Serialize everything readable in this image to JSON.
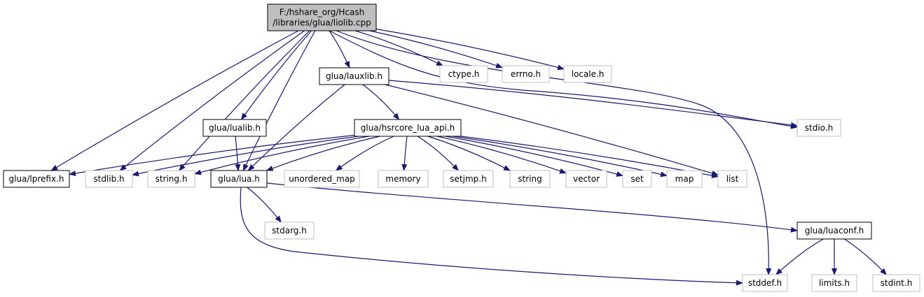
{
  "colors": {
    "edge": "#191970",
    "root_fill": "#bfbfbf",
    "local_border": "#000000",
    "system_border": "#bfbfbf"
  },
  "nodes": [
    {
      "id": "root",
      "name": "root-file-node",
      "lines": [
        "F:/hshare_org/Hcash",
        "/libraries/glua/liolib.cpp"
      ],
      "kind": "root"
    },
    {
      "id": "lauxlib",
      "name": "lauxlib-node",
      "lines": [
        "glua/lauxlib.h"
      ],
      "kind": "local"
    },
    {
      "id": "ctype",
      "name": "ctype-node",
      "lines": [
        "ctype.h"
      ],
      "kind": "system"
    },
    {
      "id": "errno",
      "name": "errno-node",
      "lines": [
        "errno.h"
      ],
      "kind": "system"
    },
    {
      "id": "locale",
      "name": "locale-node",
      "lines": [
        "locale.h"
      ],
      "kind": "system"
    },
    {
      "id": "lualib",
      "name": "lualib-node",
      "lines": [
        "glua/lualib.h"
      ],
      "kind": "local"
    },
    {
      "id": "hsrcore",
      "name": "hsrcore-lua-api-node",
      "lines": [
        "glua/hsrcore_lua_api.h"
      ],
      "kind": "local"
    },
    {
      "id": "stdio",
      "name": "stdio-node",
      "lines": [
        "stdio.h"
      ],
      "kind": "system"
    },
    {
      "id": "lprefix",
      "name": "lprefix-node",
      "lines": [
        "glua/lprefix.h"
      ],
      "kind": "local"
    },
    {
      "id": "stdlib",
      "name": "stdlib-node",
      "lines": [
        "stdlib.h"
      ],
      "kind": "system"
    },
    {
      "id": "stringh",
      "name": "string-h-node",
      "lines": [
        "string.h"
      ],
      "kind": "system"
    },
    {
      "id": "lua",
      "name": "lua-node",
      "lines": [
        "glua/lua.h"
      ],
      "kind": "local"
    },
    {
      "id": "umap",
      "name": "unordered-map-node",
      "lines": [
        "unordered_map"
      ],
      "kind": "system"
    },
    {
      "id": "memory",
      "name": "memory-node",
      "lines": [
        "memory"
      ],
      "kind": "system"
    },
    {
      "id": "setjmp",
      "name": "setjmp-node",
      "lines": [
        "setjmp.h"
      ],
      "kind": "system"
    },
    {
      "id": "string",
      "name": "string-node",
      "lines": [
        "string"
      ],
      "kind": "system"
    },
    {
      "id": "vector",
      "name": "vector-node",
      "lines": [
        "vector"
      ],
      "kind": "system"
    },
    {
      "id": "set",
      "name": "set-node",
      "lines": [
        "set"
      ],
      "kind": "system"
    },
    {
      "id": "map",
      "name": "map-node",
      "lines": [
        "map"
      ],
      "kind": "system"
    },
    {
      "id": "list",
      "name": "list-node",
      "lines": [
        "list"
      ],
      "kind": "system"
    },
    {
      "id": "stdarg",
      "name": "stdarg-node",
      "lines": [
        "stdarg.h"
      ],
      "kind": "system"
    },
    {
      "id": "luaconf",
      "name": "luaconf-node",
      "lines": [
        "glua/luaconf.h"
      ],
      "kind": "local"
    },
    {
      "id": "stddef",
      "name": "stddef-node",
      "lines": [
        "stddef.h"
      ],
      "kind": "system"
    },
    {
      "id": "limits",
      "name": "limits-node",
      "lines": [
        "limits.h"
      ],
      "kind": "system"
    },
    {
      "id": "stdint",
      "name": "stdint-node",
      "lines": [
        "stdint.h"
      ],
      "kind": "system"
    }
  ],
  "edges": [
    [
      "root",
      "lauxlib"
    ],
    [
      "root",
      "ctype"
    ],
    [
      "root",
      "errno"
    ],
    [
      "root",
      "locale"
    ],
    [
      "root",
      "lualib"
    ],
    [
      "root",
      "lprefix"
    ],
    [
      "root",
      "stdlib"
    ],
    [
      "root",
      "stringh"
    ],
    [
      "root",
      "lua"
    ],
    [
      "root",
      "stdio"
    ],
    [
      "root",
      "stddef"
    ],
    [
      "lauxlib",
      "hsrcore"
    ],
    [
      "lauxlib",
      "lua"
    ],
    [
      "lauxlib",
      "stdio"
    ],
    [
      "lauxlib",
      "list"
    ],
    [
      "lualib",
      "lua"
    ],
    [
      "hsrcore",
      "lprefix"
    ],
    [
      "hsrcore",
      "stdlib"
    ],
    [
      "hsrcore",
      "stringh"
    ],
    [
      "hsrcore",
      "lua"
    ],
    [
      "hsrcore",
      "umap"
    ],
    [
      "hsrcore",
      "memory"
    ],
    [
      "hsrcore",
      "setjmp"
    ],
    [
      "hsrcore",
      "string"
    ],
    [
      "hsrcore",
      "vector"
    ],
    [
      "hsrcore",
      "set"
    ],
    [
      "hsrcore",
      "map"
    ],
    [
      "hsrcore",
      "list"
    ],
    [
      "lua",
      "stdarg"
    ],
    [
      "lua",
      "luaconf"
    ],
    [
      "lua",
      "stddef"
    ],
    [
      "luaconf",
      "stddef"
    ],
    [
      "luaconf",
      "limits"
    ],
    [
      "luaconf",
      "stdint"
    ]
  ]
}
